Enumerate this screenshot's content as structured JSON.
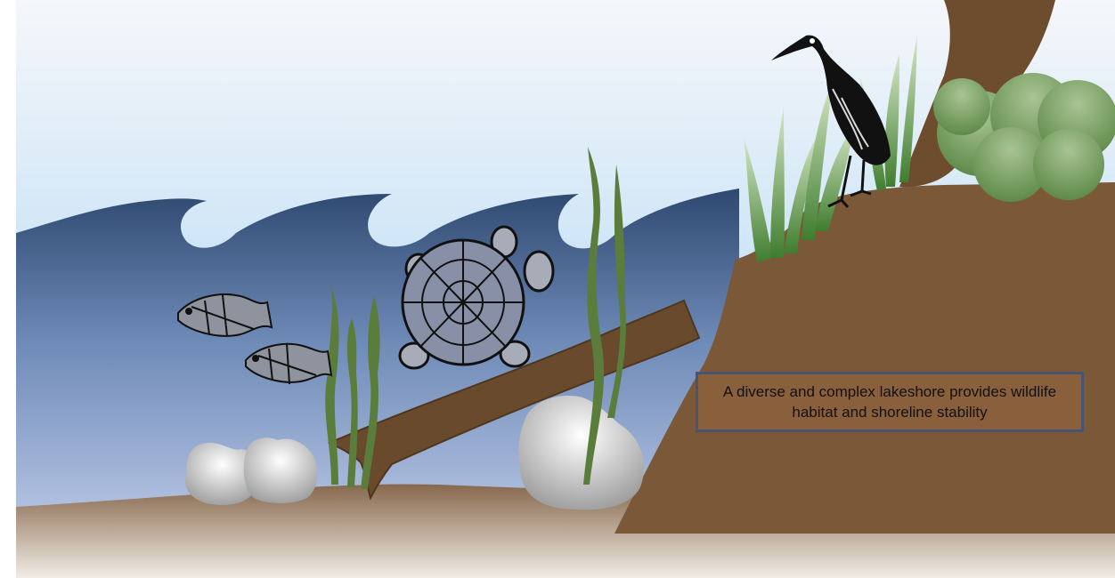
{
  "caption": {
    "text": "A diverse and complex lakeshore provides wildlife habitat and shoreline stability"
  },
  "colors": {
    "sky_top": "#f5f7fa",
    "sky_bottom": "#9ecff2",
    "water_top": "#2e4870",
    "water_bottom": "#bac8e6",
    "soil": "#7b5838",
    "lake_bed": "#8a6a4c",
    "log": "#6a4a2c",
    "rock": "#b5b5b5",
    "plant": "#5a7d3c",
    "shrub": "#7ea068",
    "tree": "#6e4c2e"
  },
  "scene": {
    "elements": [
      "sky",
      "water",
      "waves",
      "lake-bed",
      "shore-bank",
      "tree-trunk",
      "shrub",
      "shore-grass",
      "heron",
      "turtle",
      "fish",
      "fish",
      "log",
      "rock",
      "rock",
      "rock",
      "aquatic-plant",
      "aquatic-plant"
    ]
  }
}
